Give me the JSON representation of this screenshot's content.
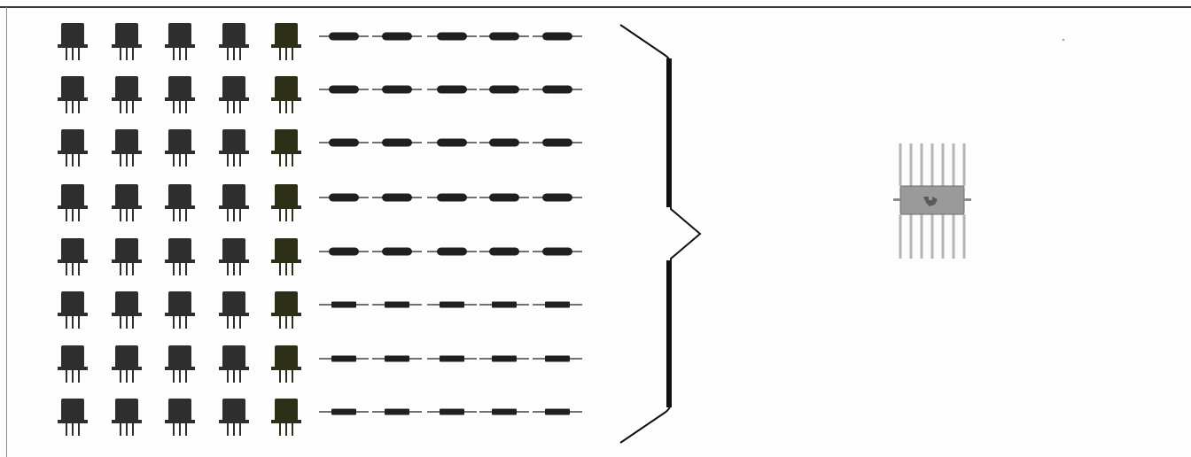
{
  "figure": {
    "left_group": {
      "transistor_rows": 8,
      "transistor_columns": 5,
      "resistor_rows": 8,
      "resistor_columns": 5
    },
    "right_group": {
      "integrated_circuit_pins_per_side": 7
    }
  },
  "colors": {
    "transistor_body": "#2e2e2e",
    "transistor_body_highlight": "#2d2f16",
    "resistor_body": "#1f1f1f",
    "brace": "#111111",
    "chip_body": "#9a9a9a",
    "chip_pins": "#9c9c9c",
    "frame": "#3a3a3a"
  },
  "icons": {
    "transistor": "transistor-icon",
    "resistor": "resistor-icon",
    "brace": "right-curly-brace",
    "chip": "integrated-circuit-chip"
  }
}
